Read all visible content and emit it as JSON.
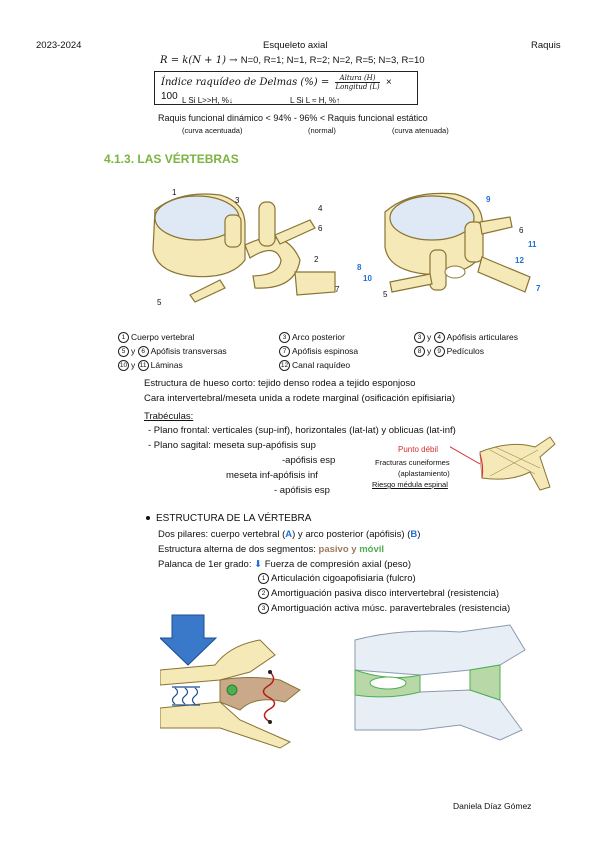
{
  "header": {
    "year": "2023-2024",
    "title": "Esqueleto axial",
    "topic": "Raquis"
  },
  "formula1": {
    "expr": "R = k(N + 1) →",
    "values": "N=0, R=1; N=1, R=2; N=2, R=5; N=3, R=10"
  },
  "formula2": {
    "label": "Índice raquídeo de Delmas (%) =",
    "numerator": "Altura (H)",
    "denominator": "Longitud (L)",
    "factor": "× 100"
  },
  "notes": {
    "left": "L Si L>>H, %↓",
    "right": "L Si L ≈ H, %↑"
  },
  "raquis_line": {
    "text": "Raquis funcional dinámico < 94% - 96% < Raquis funcional estático",
    "sub1": "(curva acentuada)",
    "sub2": "(normal)",
    "sub3": "(curva atenuada)"
  },
  "section_title": "4.1.3.  LAS VÉRTEBRAS",
  "figure_numbers": {
    "left": [
      "1",
      "3",
      "4",
      "6",
      "2",
      "5",
      "7"
    ],
    "right": [
      "9",
      "6",
      "11",
      "12",
      "8",
      "10",
      "5",
      "7"
    ]
  },
  "legend": [
    {
      "n": "1",
      "text": "Cuerpo vertebral"
    },
    {
      "n": "3",
      "text": "Arco posterior"
    },
    {
      "n": "3",
      "n2": "4",
      "text": "Apófisis articulares"
    },
    {
      "n": "5",
      "n2": "6",
      "text": "Apófisis transversas"
    },
    {
      "n": "7",
      "text": "Apófisis espinosa"
    },
    {
      "n": "8",
      "n2": "9",
      "text": "Pedículos"
    },
    {
      "n": "10",
      "n2": "11",
      "text": "Láminas"
    },
    {
      "n": "12",
      "text": "Canal raquídeo"
    }
  ],
  "joiner": "y",
  "structure": {
    "line1": "Estructura de hueso corto: tejido denso rodea a tejido esponjoso",
    "line2": "Cara intervertebral/meseta unida a rodete marginal (osificación epifisiaria)"
  },
  "trabeculas": {
    "title": "Trabéculas:",
    "frontal": "- Plano frontal: verticales (sup-inf), horizontales (lat-lat) y oblicuas (lat-inf)",
    "sagital": "- Plano sagital: meseta sup-apófisis sup",
    "esp1": "-apófisis esp",
    "inf": "meseta inf-apófisis inf",
    "esp2": "- apófisis esp"
  },
  "callout": {
    "punto": "Punto débil",
    "fracturas": "Fracturas cuneiformes",
    "aplast": "(aplastamiento)",
    "riesgo": "Riesgo médula espinal"
  },
  "estructura": {
    "title": "ESTRUCTURA DE LA VÉRTEBRA",
    "pilares_pre": "Dos pilares: cuerpo vertebral (",
    "A": "A",
    "pilares_mid": ") y arco posterior (apófisis) (",
    "B": "B",
    "pilares_post": ")",
    "alterna_pre": "Estructura alterna de dos segmentos:",
    "pasivo": "pasivo",
    "y": "y",
    "movil": "móvil",
    "palanca": "Palanca de 1er grado:",
    "fuerza": "Fuerza de compresión axial (peso)",
    "items": [
      {
        "n": "1",
        "text": "Articulación cigoapofisiaria (fulcro)"
      },
      {
        "n": "2",
        "text": "Amortiguación pasiva disco intervertebral (resistencia)"
      },
      {
        "n": "3",
        "text": "Amortiguación activa músc. paravertebrales (resistencia)"
      }
    ]
  },
  "footer": "Daniela Díaz Gómez",
  "colors": {
    "green": "#7cb342",
    "bone": "#f5e9b8",
    "outline": "#b39c55",
    "blue": "#3a78c9",
    "red": "#d32f2f",
    "brown": "#c9a98a"
  }
}
